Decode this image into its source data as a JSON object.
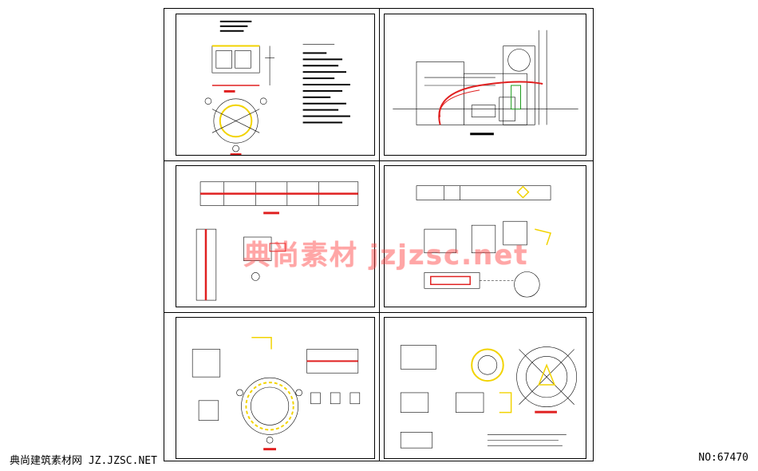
{
  "watermark": "典尚素材 jzjzsc.net",
  "footer": {
    "site_text": "典尚建筑素材网 JZ.JZSC.NET",
    "id_text": "NO:67470"
  },
  "sheets": [
    {
      "id": "sheet-1"
    },
    {
      "id": "sheet-2"
    },
    {
      "id": "sheet-3"
    },
    {
      "id": "sheet-4"
    },
    {
      "id": "sheet-5"
    },
    {
      "id": "sheet-6"
    }
  ],
  "colors": {
    "line": "#000000",
    "accent_red": "#e02020",
    "accent_yellow": "#f2d300",
    "accent_green": "#1a9a1a",
    "watermark": "#ff3c3c"
  }
}
